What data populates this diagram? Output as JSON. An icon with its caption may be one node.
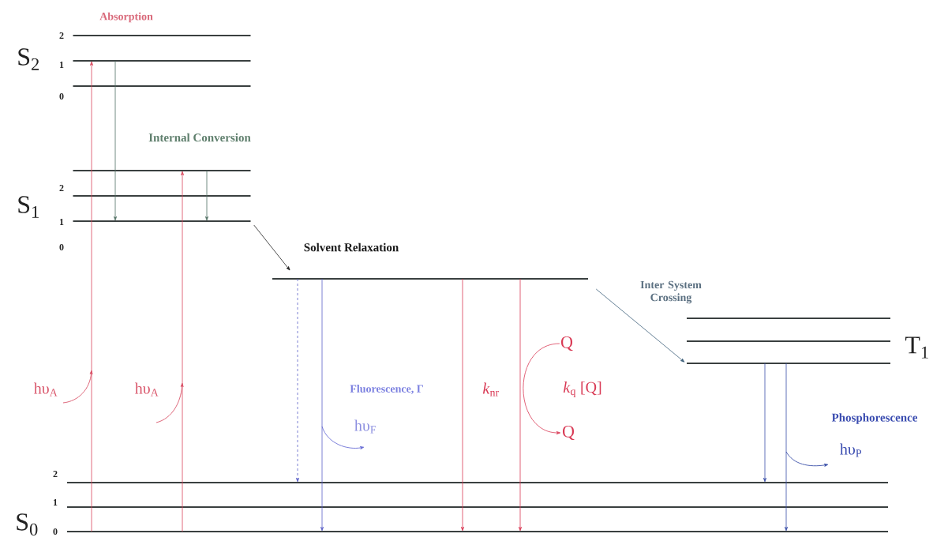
{
  "diagram": {
    "nodes": [
      {
        "text": [],
        "shape": "bar"
      },
      {
        "text": [],
        "shape": "bar"
      },
      {
        "text": [],
        "shape": "bar"
      },
      {
        "text": [],
        "shape": "bar"
      },
      {
        "text": [],
        "shape": "bar"
      },
      {
        "text": [],
        "shape": "bar"
      },
      {
        "text": [],
        "shape": "bar"
      },
      {
        "text": [],
        "shape": "bar"
      },
      {
        "text": [],
        "shape": "bar"
      },
      {
        "text": [],
        "shape": "bar"
      },
      {
        "text": [],
        "shape": "bar"
      },
      {
        "text": [],
        "shape": "bar"
      },
      {
        "text": [],
        "shape": "bar"
      },
      {
        "text": [
          "Q"
        ]
      },
      {
        "text": [
          "Q"
        ]
      }
    ],
    "edges": [
      {
        "from": 12,
        "to": 1,
        "arrow": "to",
        "color": "#d9455a"
      },
      {
        "from": 12,
        "to": 3,
        "arrow": "to",
        "color": "#d9455a"
      },
      {
        "from": 1,
        "to": 5,
        "arrow": "to",
        "color": "#4f6e62"
      },
      {
        "from": 3,
        "to": 5,
        "arrow": "to",
        "color": "#4f6e62"
      },
      {
        "from": 5,
        "to": 6,
        "arrow": "to",
        "label": "Solvent Relaxation",
        "color": "#222222"
      },
      {
        "from": 6,
        "to": 10,
        "arrow": "to",
        "style": "dashed",
        "color": "#5b60c8"
      },
      {
        "from": 6,
        "to": 12,
        "arrow": "to",
        "color": "#5b60c8"
      },
      {
        "from": 6,
        "to": 12,
        "arrow": "to",
        "label": "*k*$_{nr}$",
        "color": "#d93a55"
      },
      {
        "from": 6,
        "to": 12,
        "arrow": "to",
        "color": "#d93a55"
      },
      {
        "from": 6,
        "to": 9,
        "arrow": "to",
        "label": "Inter System Crossing",
        "color": "#3d5f7a"
      },
      {
        "from": 9,
        "to": 10,
        "arrow": "to",
        "color": "#3a4fa8"
      },
      {
        "from": 9,
        "to": 12,
        "arrow": "to",
        "color": "#3a4fa8"
      },
      {
        "from": 13,
        "to": 14,
        "arrow": "to",
        "label": "*k*$_{q}$ [Q]",
        "color": "#d93a55"
      }
    ],
    "labels": [
      "Absorption",
      "Internal Conversion",
      "S$_{2}$",
      "2",
      "1",
      "0",
      "S$_{1}$",
      "2",
      "1",
      "0",
      "Fluorescence, Γ",
      "hυ$_{A}$",
      "hυ$_{A}$",
      "hυ$_{F}$",
      "T$_{1}$",
      "Phosphorescence",
      "hυ$_{P}$",
      "S$_{0}$",
      "2",
      "1",
      "0"
    ]
  }
}
